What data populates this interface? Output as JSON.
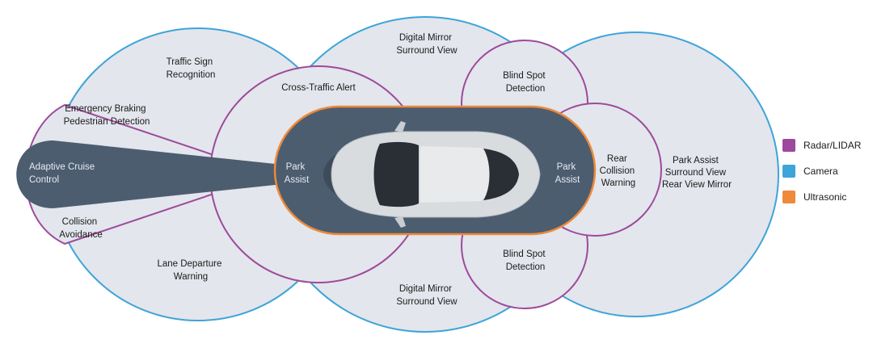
{
  "colors": {
    "radar": "#9d4a9c",
    "camera": "#3ea4d9",
    "ultrasonic": "#ee8a3a",
    "zone_fill": "#e3e6ec",
    "dark_fill": "#4c5d70"
  },
  "labels": {
    "traffic_sign": [
      "Traffic Sign",
      "Recognition"
    ],
    "digital_mirror_top": [
      "Digital Mirror",
      "Surround View"
    ],
    "cross_traffic": [
      "Cross-Traffic Alert"
    ],
    "blind_spot_top": [
      "Blind Spot",
      "Detection"
    ],
    "emergency": [
      "Emergency Braking",
      "Pedestrian Detection"
    ],
    "acc": [
      "Adaptive Cruise",
      "Control"
    ],
    "park_front": [
      "Park",
      "Assist"
    ],
    "park_rear": [
      "Park",
      "Assist"
    ],
    "rear_collision": [
      "Rear",
      "Collision",
      "Warning"
    ],
    "park_surround": [
      "Park Assist",
      "Surround View",
      "Rear View Mirror"
    ],
    "collision_avoid": [
      "Collision",
      "Avoidance"
    ],
    "lane_departure": [
      "Lane Departure",
      "Warning"
    ],
    "digital_mirror_bottom": [
      "Digital Mirror",
      "Surround View"
    ],
    "blind_spot_bottom": [
      "Blind Spot",
      "Detection"
    ]
  },
  "legend": [
    {
      "label": "Radar/LIDAR",
      "color": "#9d4a9c",
      "icon": "purple-square"
    },
    {
      "label": "Camera",
      "color": "#3ea4d9",
      "icon": "blue-square"
    },
    {
      "label": "Ultrasonic",
      "color": "#ee8a3a",
      "icon": "orange-square"
    }
  ]
}
